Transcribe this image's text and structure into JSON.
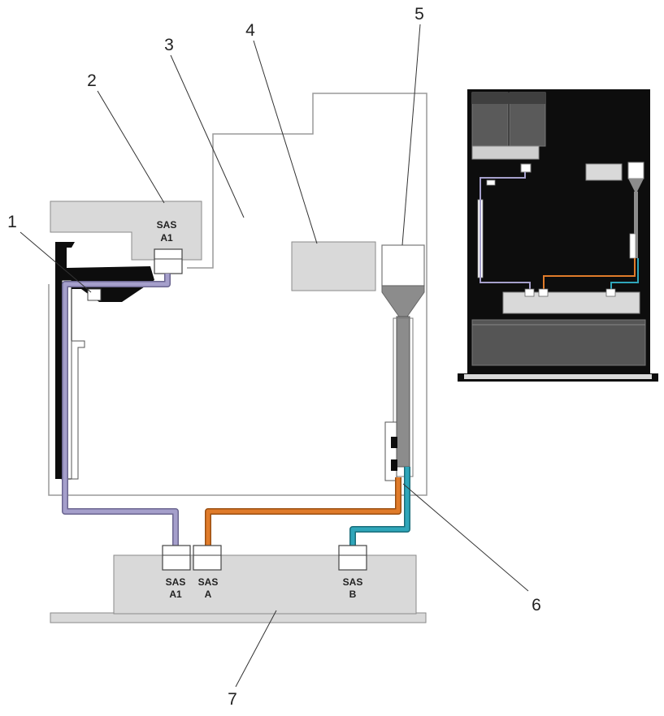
{
  "callouts": [
    "1",
    "2",
    "3",
    "4",
    "5",
    "6",
    "7"
  ],
  "connector_labels": {
    "riser_a1_line1": "SAS",
    "riser_a1_line2": "A1",
    "bp_a1_line1": "SAS",
    "bp_a1_line2": "A1",
    "bp_a_line1": "SAS",
    "bp_a_line2": "A",
    "bp_b_line1": "SAS",
    "bp_b_line2": "B"
  },
  "colors": {
    "cable_sas_a1": "#a59fcb",
    "cable_sas_a": "#e07b2a",
    "cable_sas_b": "#2fa6ba",
    "cable_gray": "#8c8c8c",
    "panel_gray": "#d9d9d9",
    "chassis_black": "#0d0d0d"
  }
}
